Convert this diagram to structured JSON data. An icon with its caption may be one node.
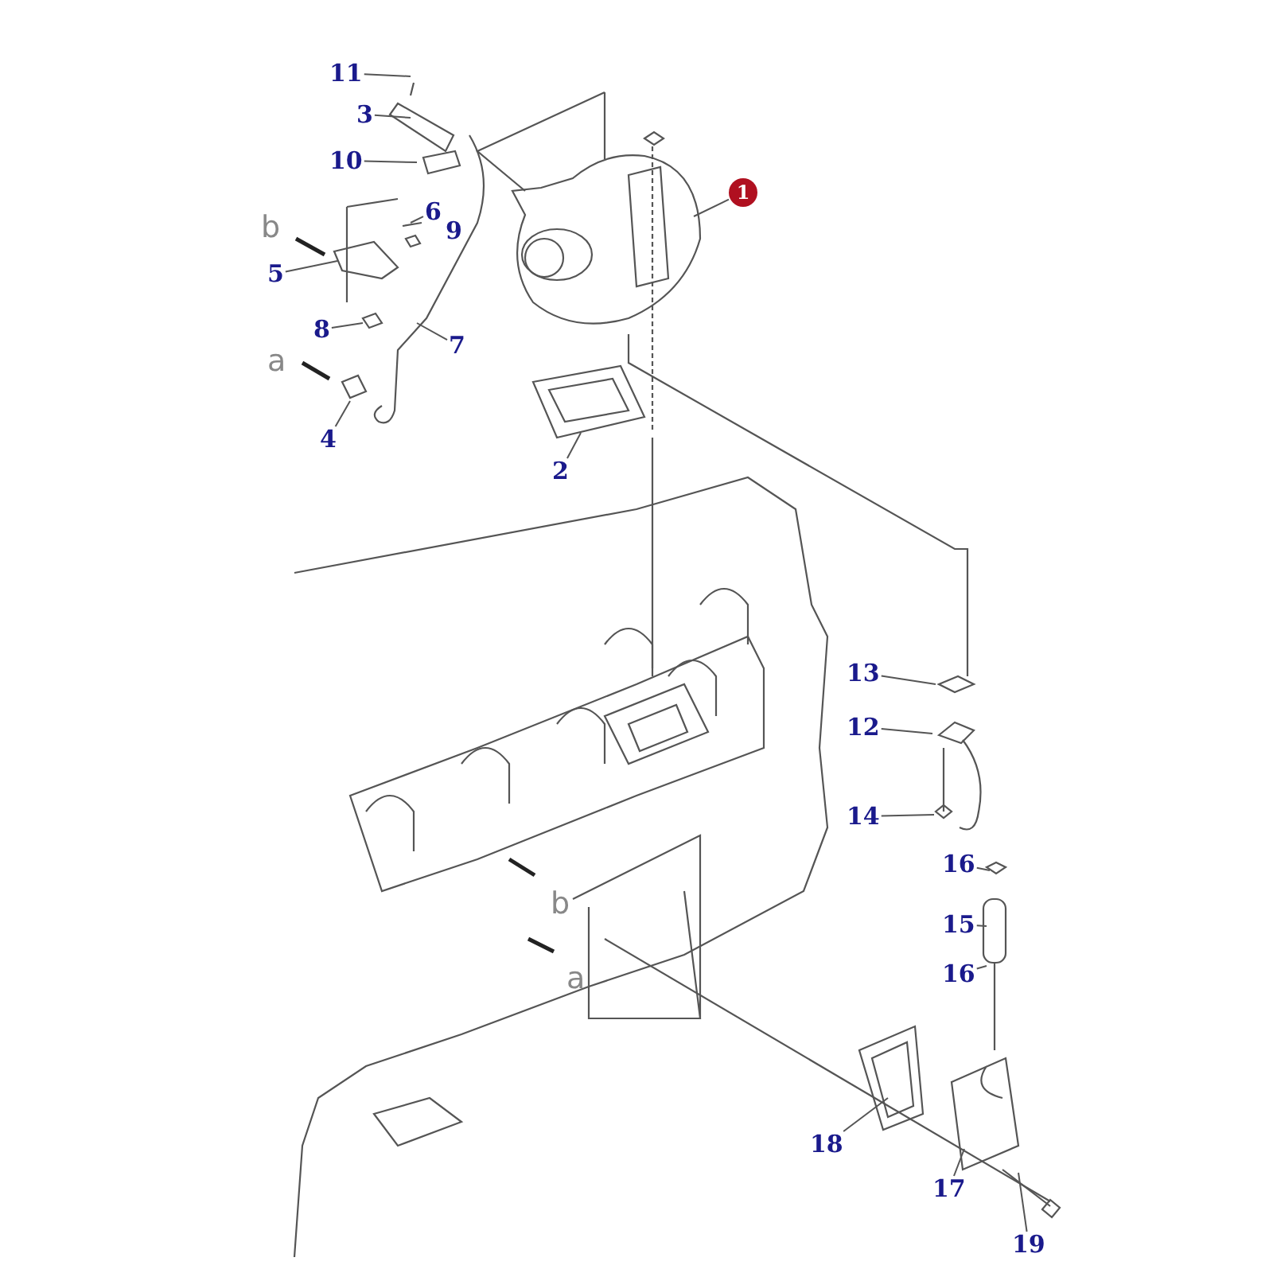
{
  "diagram": {
    "nodes": [
      {
        "text": [
          "11"
        ]
      },
      {
        "text": [
          "3"
        ]
      },
      {
        "text": [
          "1"
        ]
      },
      {
        "text": [
          "10"
        ]
      },
      {
        "text": [
          "6"
        ]
      },
      {
        "text": [
          "9"
        ]
      },
      {
        "text": [
          "5"
        ]
      },
      {
        "text": [
          "8"
        ]
      },
      {
        "text": [
          "7"
        ]
      },
      {
        "text": [
          "4"
        ]
      },
      {
        "text": [
          "2"
        ]
      },
      {
        "text": [
          "13"
        ]
      },
      {
        "text": [
          "12"
        ]
      },
      {
        "text": [
          "14"
        ]
      },
      {
        "text": [
          "16"
        ]
      },
      {
        "text": [
          "15"
        ]
      },
      {
        "text": [
          "16"
        ]
      },
      {
        "text": [
          "18"
        ]
      },
      {
        "text": [
          "17"
        ]
      },
      {
        "text": [
          "19"
        ]
      }
    ],
    "edges": [
      {
        "from": 0,
        "to": null,
        "arrow": "none"
      },
      {
        "from": 1,
        "to": null,
        "arrow": "none"
      },
      {
        "from": 2,
        "to": null,
        "arrow": "none"
      },
      {
        "from": 3,
        "to": null,
        "arrow": "none"
      },
      {
        "from": 4,
        "to": null,
        "arrow": "none"
      },
      {
        "from": 6,
        "to": null,
        "arrow": "none"
      },
      {
        "from": 7,
        "to": null,
        "arrow": "none"
      },
      {
        "from": 8,
        "to": null,
        "arrow": "none"
      },
      {
        "from": 9,
        "to": null,
        "arrow": "none"
      },
      {
        "from": 10,
        "to": null,
        "arrow": "none"
      },
      {
        "from": 11,
        "to": null,
        "arrow": "none"
      },
      {
        "from": 12,
        "to": null,
        "arrow": "none"
      },
      {
        "from": 13,
        "to": null,
        "arrow": "none"
      },
      {
        "from": 14,
        "to": null,
        "arrow": "none"
      },
      {
        "from": 15,
        "to": null,
        "arrow": "none"
      },
      {
        "from": 16,
        "to": null,
        "arrow": "none"
      },
      {
        "from": 17,
        "to": null,
        "arrow": "none"
      },
      {
        "from": 18,
        "to": null,
        "arrow": "none"
      },
      {
        "from": 19,
        "to": null,
        "arrow": "none"
      }
    ],
    "labels": [
      "b",
      "a",
      "b",
      "a"
    ]
  }
}
